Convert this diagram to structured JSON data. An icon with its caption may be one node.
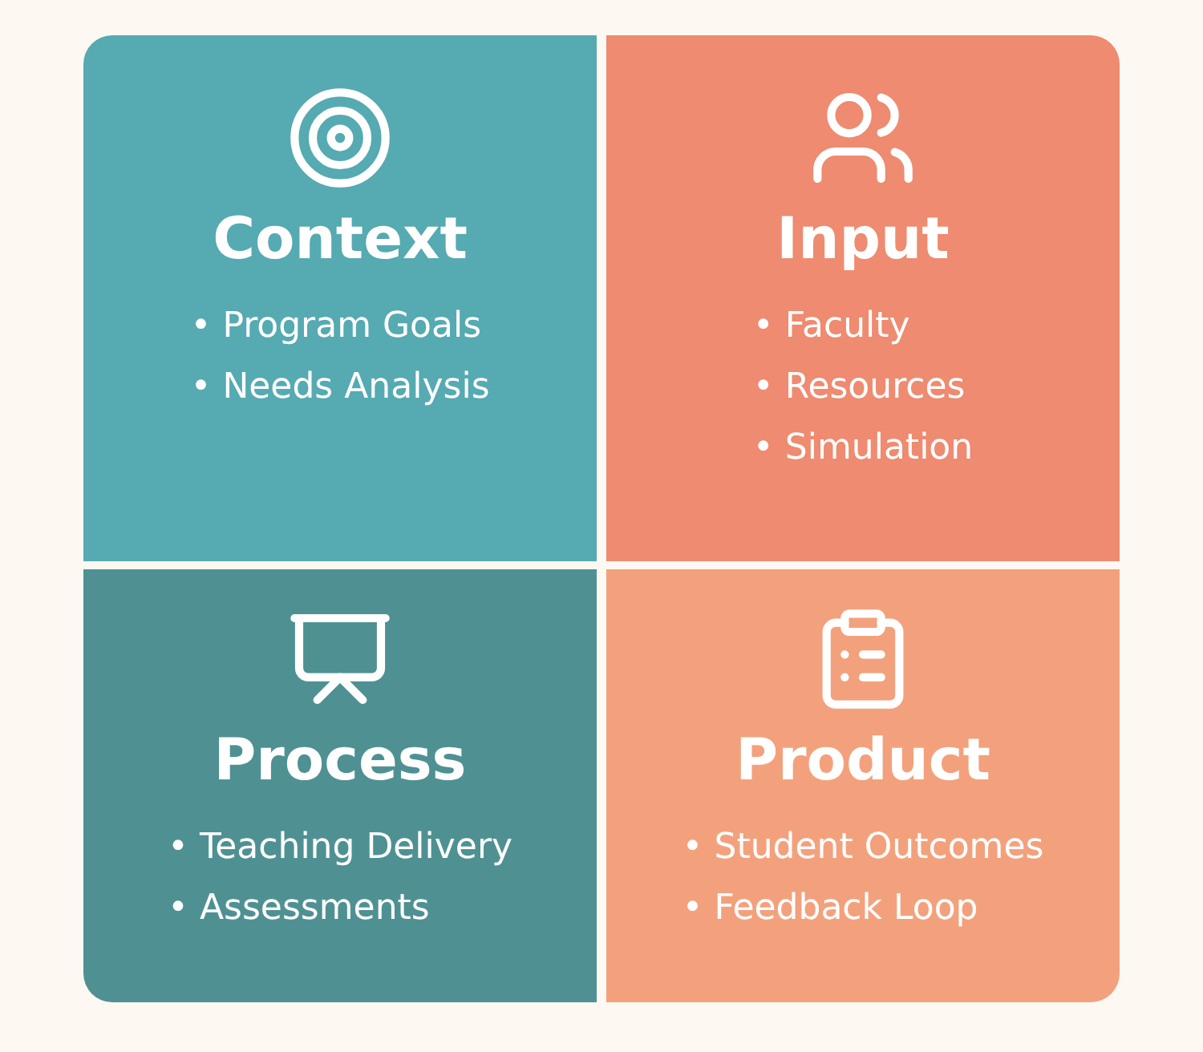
{
  "diagram": {
    "nodes": [
      {
        "text": [
          "Context",
          "• Program Goals",
          "• Needs Analysis"
        ]
      },
      {
        "text": [
          "Input",
          "• Faculty",
          "• Resources",
          "• Simulation"
        ]
      },
      {
        "text": [
          "Process",
          "• Teaching Delivery",
          "• Assessments"
        ]
      },
      {
        "text": [
          "Product",
          "• Student Outcomes",
          "• Feedback Loop"
        ]
      }
    ]
  }
}
